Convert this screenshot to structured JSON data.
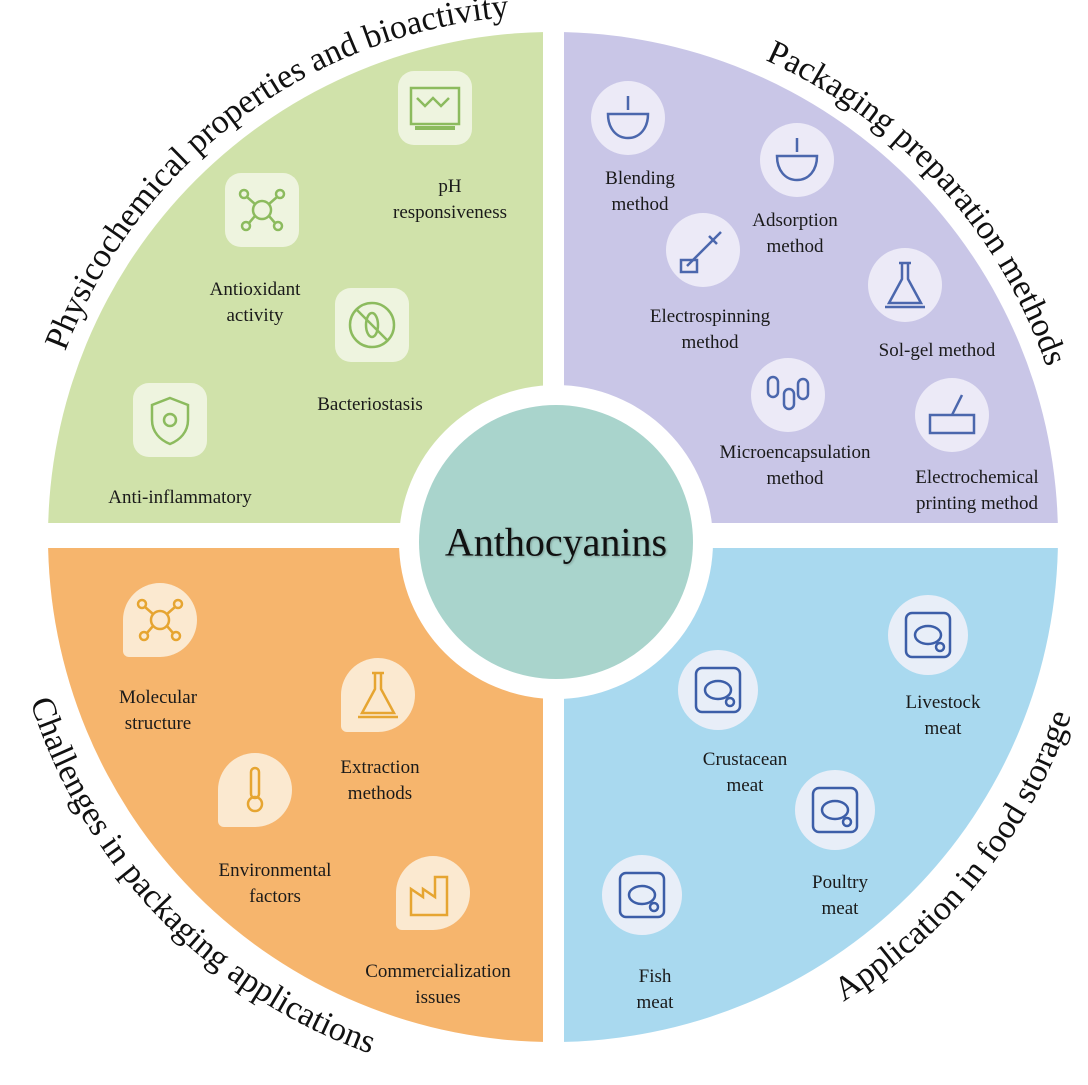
{
  "center": {
    "title": "Anthocyanins"
  },
  "colors": {
    "green": "#d0e2aa",
    "purple": "#c9c6e7",
    "orange": "#f6b56d",
    "blue": "#a9d9ef",
    "teal": "#a9d4cc",
    "green_icon": "#8cbb5e",
    "purple_icon": "#4b67ad",
    "orange_icon": "#e6a531",
    "blue_icon": "#3c5ea8"
  },
  "quadrants": [
    {
      "title": "Physicochemical properties and bioactivity",
      "items": [
        {
          "label_lines": [
            "pH",
            "responsiveness"
          ],
          "icon": "ph-strip-icon"
        },
        {
          "label_lines": [
            "Antioxidant",
            "activity"
          ],
          "icon": "antioxidant-molecule-icon"
        },
        {
          "label_lines": [
            "Bacteriostasis"
          ],
          "icon": "no-bacteria-icon"
        },
        {
          "label_lines": [
            "Anti-inflammatory"
          ],
          "icon": "shield-virus-icon"
        }
      ]
    },
    {
      "title": "Packaging preparation methods",
      "items": [
        {
          "label_lines": [
            "Blending",
            "method"
          ],
          "icon": "blending-bowl-icon"
        },
        {
          "label_lines": [
            "Adsorption",
            "method"
          ],
          "icon": "adsorption-layer-icon"
        },
        {
          "label_lines": [
            "Electrospinning",
            "method"
          ],
          "icon": "electrospinning-syringe-icon"
        },
        {
          "label_lines": [
            "Sol-gel method"
          ],
          "icon": "sol-gel-flask-icon"
        },
        {
          "label_lines": [
            "Microencapsulation",
            "method"
          ],
          "icon": "capsules-icon"
        },
        {
          "label_lines": [
            "Electrochemical",
            "printing method"
          ],
          "icon": "printer-pen-icon"
        }
      ]
    },
    {
      "title": "Challenges in packaging applications",
      "items": [
        {
          "label_lines": [
            "Molecular",
            "structure"
          ],
          "icon": "molecule-structure-icon"
        },
        {
          "label_lines": [
            "Extraction",
            "methods"
          ],
          "icon": "extraction-lab-icon"
        },
        {
          "label_lines": [
            "Environmental",
            "factors"
          ],
          "icon": "thermometer-light-ph-icon"
        },
        {
          "label_lines": [
            "Commercialization",
            "issues"
          ],
          "icon": "factory-commerce-icon"
        }
      ]
    },
    {
      "title": "Application in food storage",
      "items": [
        {
          "label_lines": [
            "Livestock",
            "meat"
          ],
          "icon": "steak-package-icon"
        },
        {
          "label_lines": [
            "Crustacean",
            "meat"
          ],
          "icon": "shrimp-package-icon"
        },
        {
          "label_lines": [
            "Poultry",
            "meat"
          ],
          "icon": "chicken-leg-package-icon"
        },
        {
          "label_lines": [
            "Fish",
            "meat"
          ],
          "icon": "fish-package-icon"
        }
      ]
    }
  ]
}
